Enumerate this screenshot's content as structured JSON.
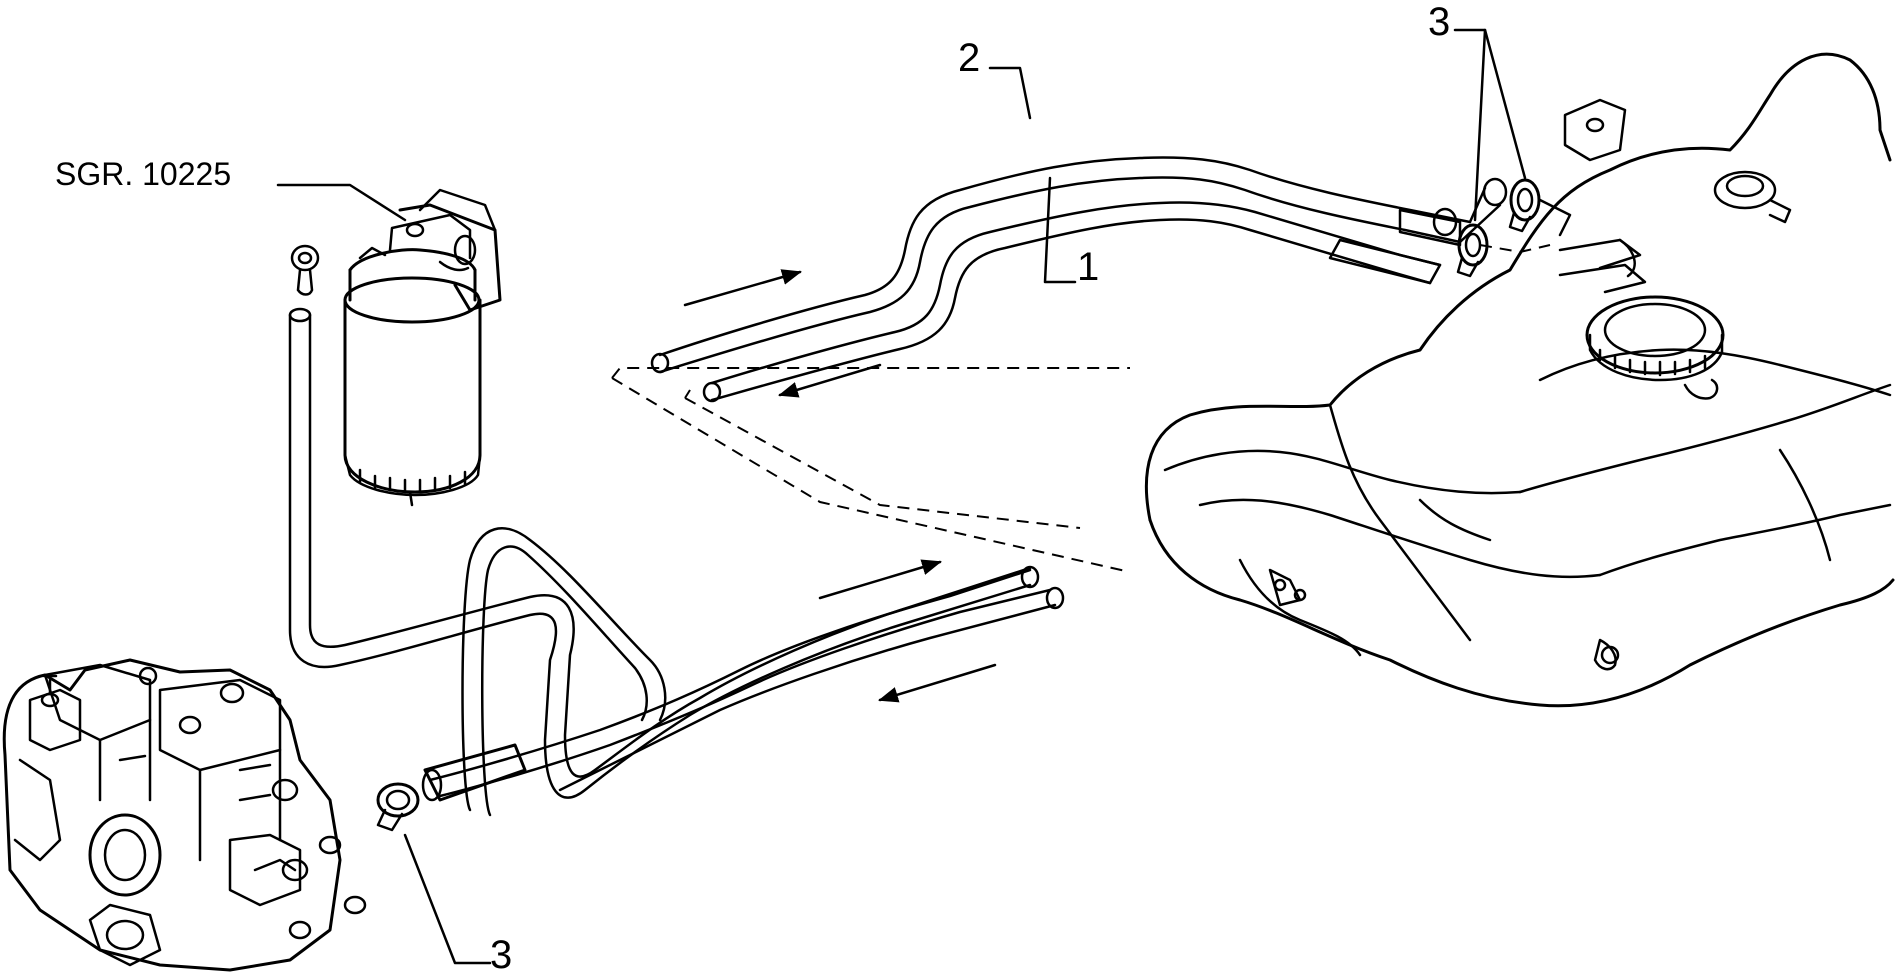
{
  "labels": {
    "sgr": "SGR. 10225",
    "ref_1": "1",
    "ref_2": "2",
    "ref_3_top": "3",
    "ref_3_bottom": "3"
  },
  "colors": {
    "ink": "#000000",
    "paper": "#ffffff"
  },
  "icons": {
    "fuel_filter": "fuel-filter-icon",
    "injection_pump": "injection-pump-icon",
    "fuel_tank": "fuel-tank-icon",
    "hose_clamp": "hose-clamp-icon",
    "flow_arrow": "flow-arrow-icon"
  }
}
